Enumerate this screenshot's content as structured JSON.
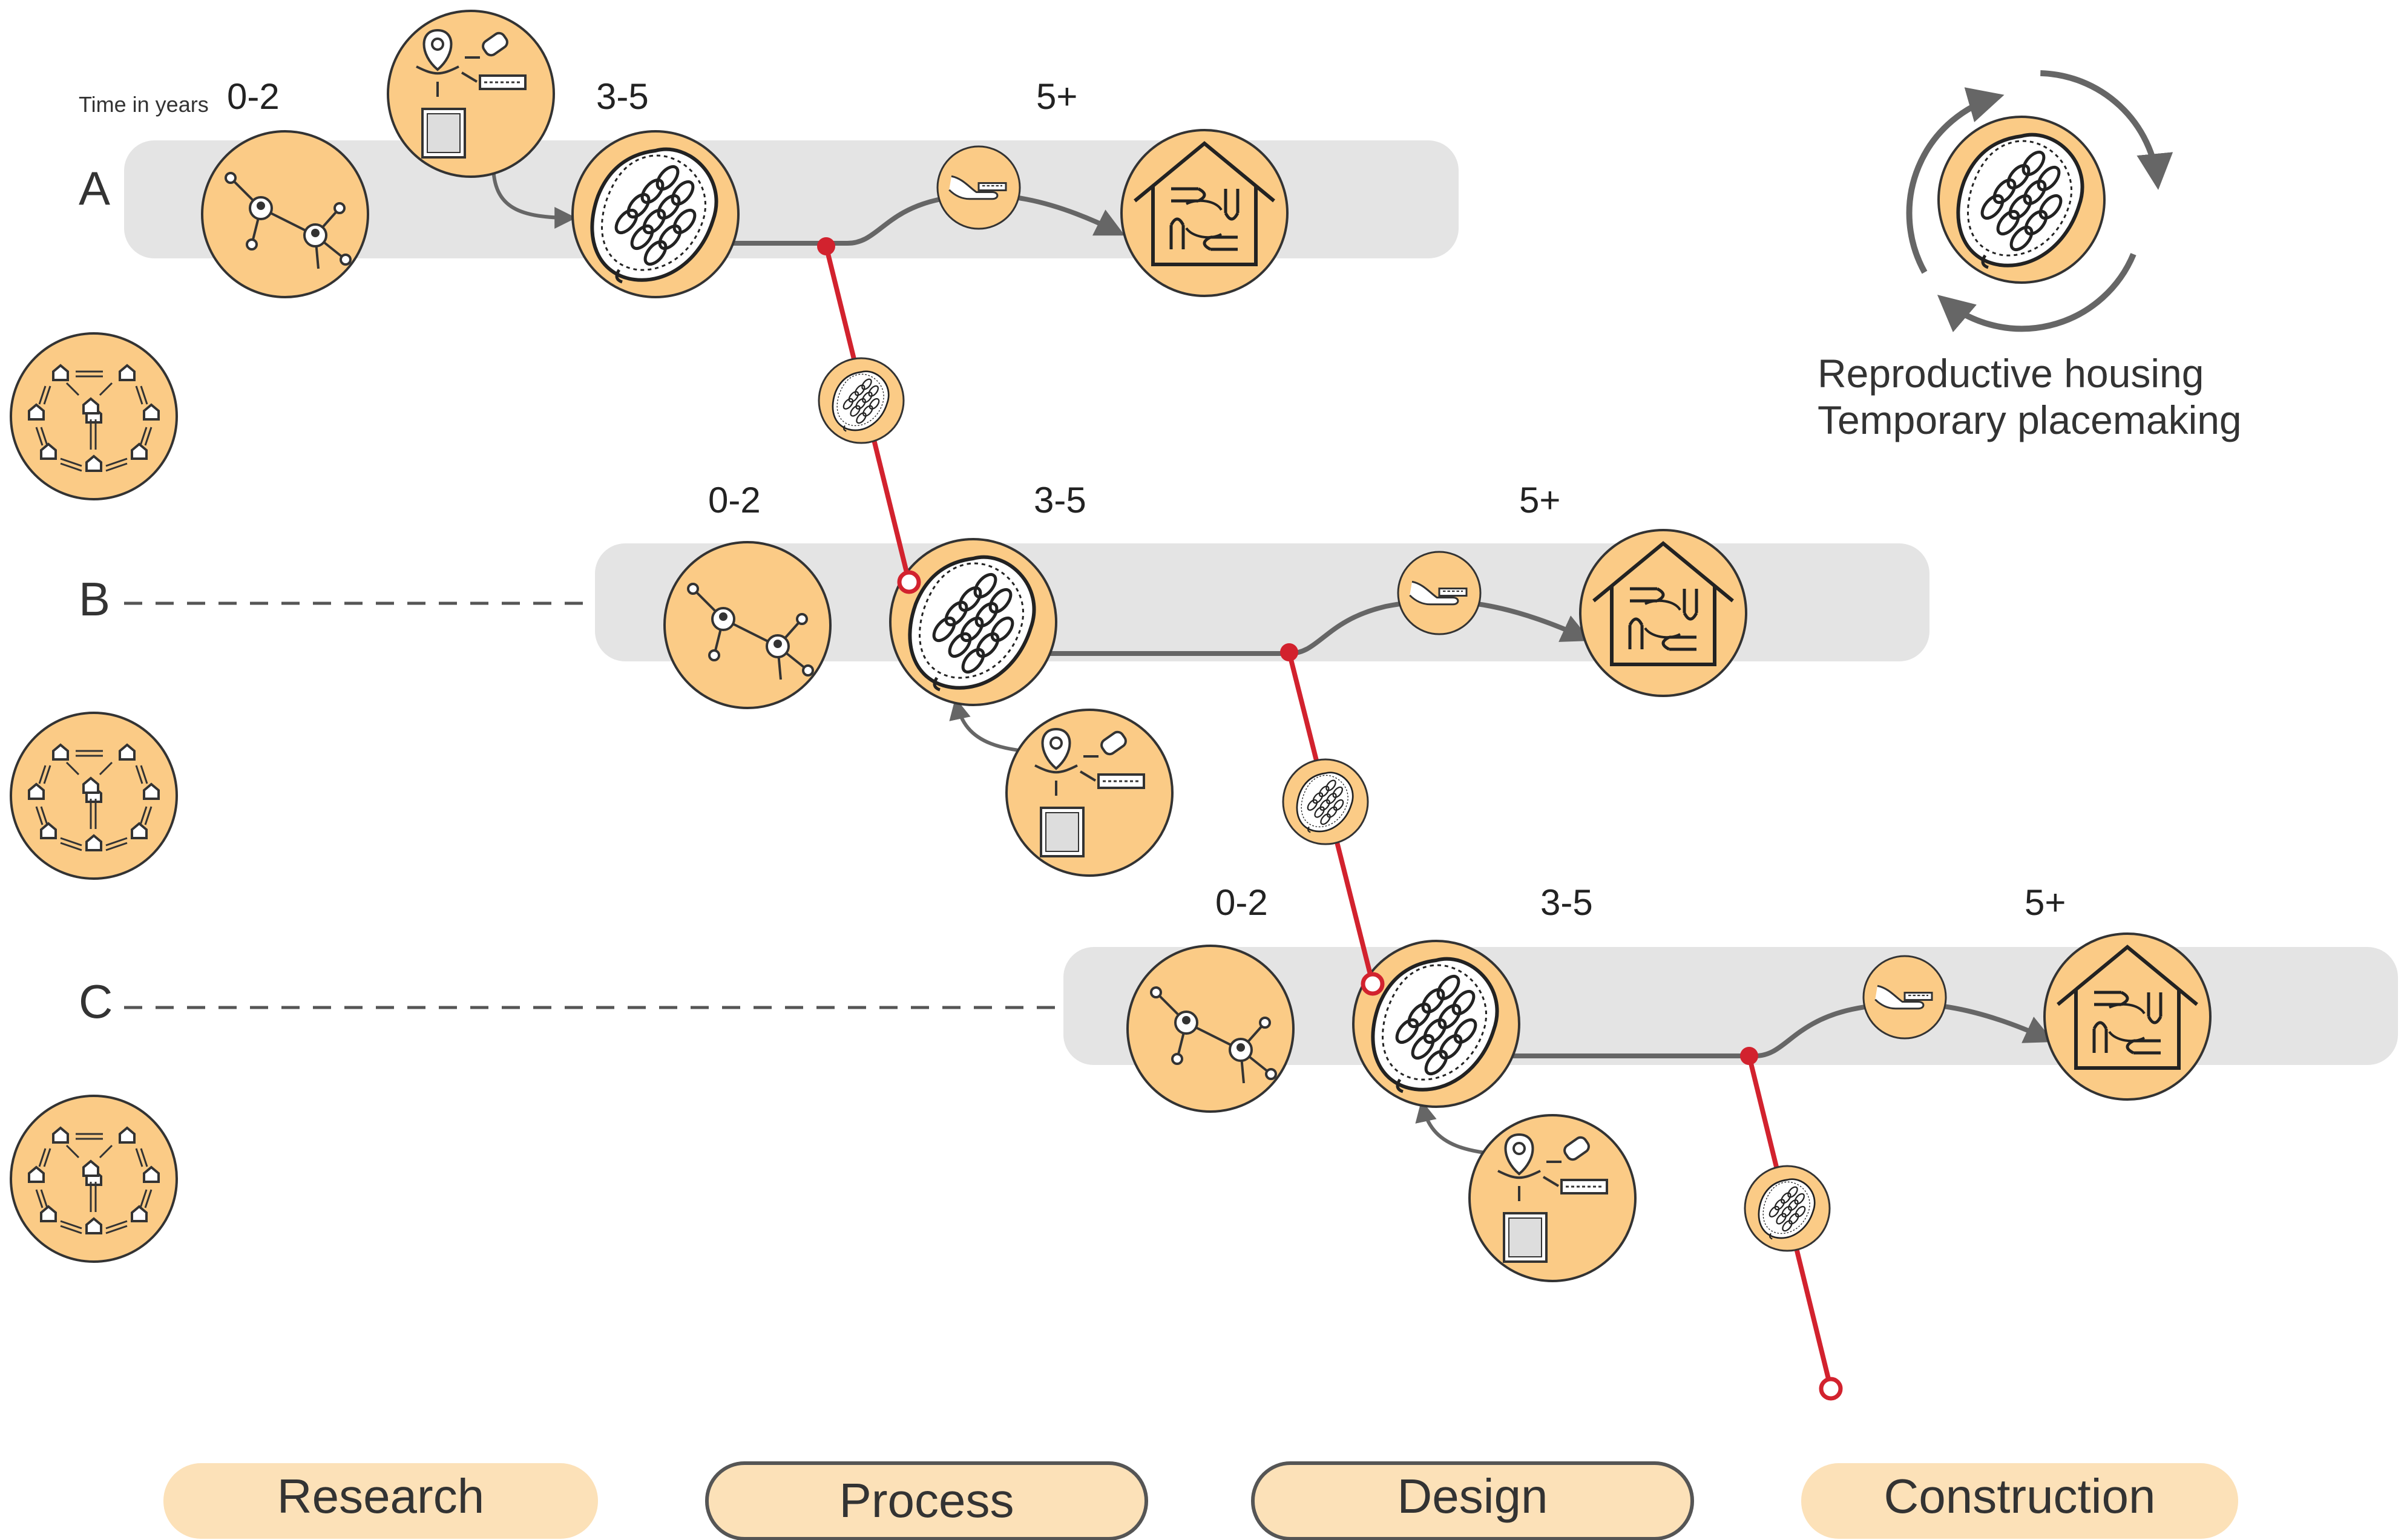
{
  "time_label": "Time in years",
  "rows": [
    {
      "letter": "A",
      "years": [
        "0-2",
        "3-5",
        "5+"
      ]
    },
    {
      "letter": "B",
      "years": [
        "0-2",
        "3-5",
        "5+"
      ]
    },
    {
      "letter": "C",
      "years": [
        "0-2",
        "3-5",
        "5+"
      ]
    }
  ],
  "legend": {
    "line1": "Reproductive housing",
    "line2": "Temporary placemaking"
  },
  "phases": [
    "Research",
    "Process",
    "Design",
    "Construction"
  ],
  "colors": {
    "circle_fill": "#FBCB86",
    "band": "#E4E4E4",
    "red": "#D2222E",
    "line": "#666666",
    "phase_fill": "#FCE1B8"
  },
  "icons": {
    "network": "network-icon",
    "pod": "cocoa-pod-icon",
    "house": "house-hands-icon",
    "hand": "hand-offer-icon",
    "tools": "location-tools-icon",
    "cluster": "house-cluster-icon"
  }
}
